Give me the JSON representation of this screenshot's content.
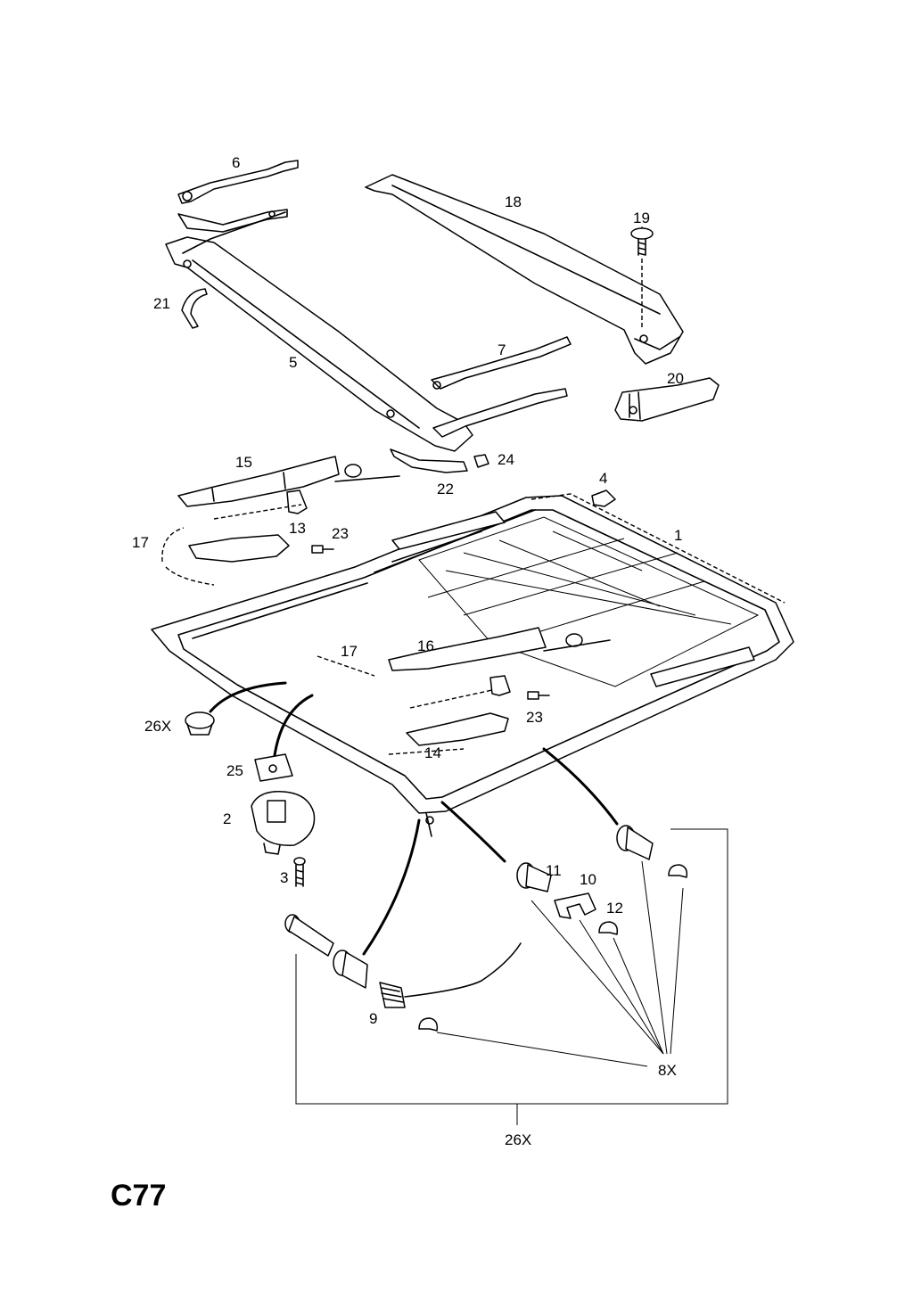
{
  "diagram": {
    "page_code": "C77",
    "callouts": [
      {
        "id": "c6",
        "text": "6"
      },
      {
        "id": "c18",
        "text": "18"
      },
      {
        "id": "c19",
        "text": "19"
      },
      {
        "id": "c21",
        "text": "21"
      },
      {
        "id": "c5",
        "text": "5"
      },
      {
        "id": "c7",
        "text": "7"
      },
      {
        "id": "c20",
        "text": "20"
      },
      {
        "id": "c15",
        "text": "15"
      },
      {
        "id": "c24",
        "text": "24"
      },
      {
        "id": "c22",
        "text": "22"
      },
      {
        "id": "c4",
        "text": "4"
      },
      {
        "id": "c13",
        "text": "13"
      },
      {
        "id": "c23a",
        "text": "23"
      },
      {
        "id": "c17a",
        "text": "17"
      },
      {
        "id": "c1",
        "text": "1"
      },
      {
        "id": "c17b",
        "text": "17"
      },
      {
        "id": "c16",
        "text": "16"
      },
      {
        "id": "c26xa",
        "text": "26X"
      },
      {
        "id": "c23b",
        "text": "23"
      },
      {
        "id": "c14",
        "text": "14"
      },
      {
        "id": "c25",
        "text": "25"
      },
      {
        "id": "c2",
        "text": "2"
      },
      {
        "id": "c3",
        "text": "3"
      },
      {
        "id": "c11",
        "text": "11"
      },
      {
        "id": "c10",
        "text": "10"
      },
      {
        "id": "c12",
        "text": "12"
      },
      {
        "id": "c9",
        "text": "9"
      },
      {
        "id": "c8x",
        "text": "8X"
      },
      {
        "id": "c26xb",
        "text": "26X"
      }
    ]
  }
}
